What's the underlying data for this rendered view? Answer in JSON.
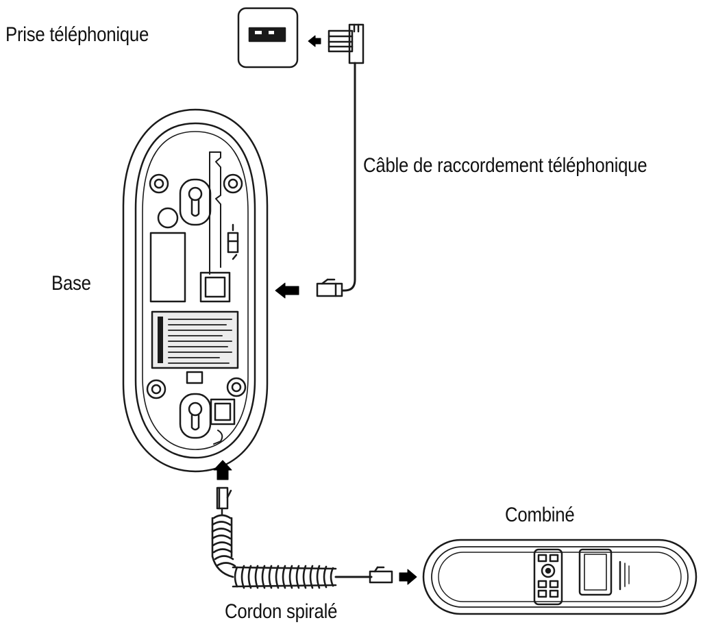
{
  "labels": {
    "wall_jack": "Prise téléphonique",
    "line_cable": "Câble de raccordement téléphonique",
    "base": "Base",
    "handset": "Combiné",
    "coiled_cord": "Cordon spiralé"
  },
  "colors": {
    "line": "#1a1a1a",
    "arrow": "#000000",
    "background": "#ffffff",
    "label_panel": "#ececec"
  },
  "icons": {
    "arrow": "arrow-icon",
    "wall_jack": "wall-jack-icon",
    "plug": "modular-plug-icon"
  }
}
